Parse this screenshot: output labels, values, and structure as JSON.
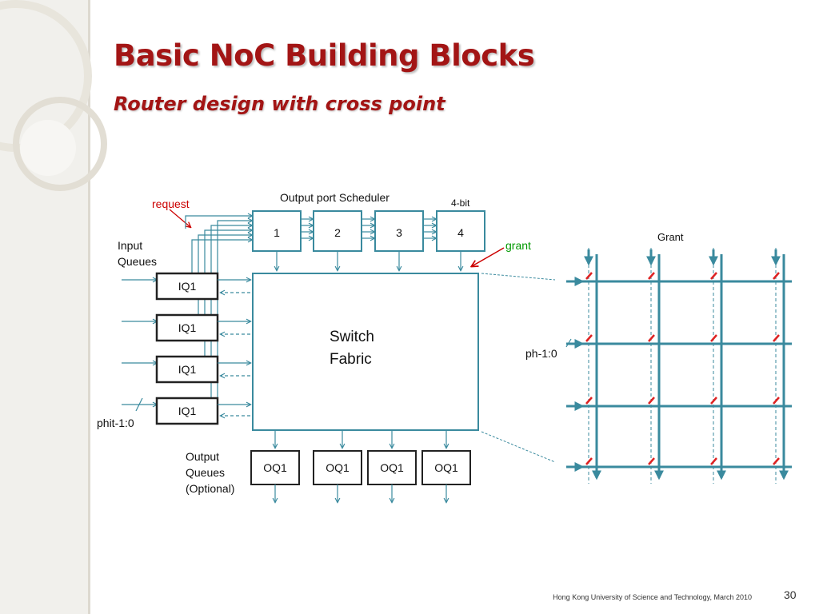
{
  "slide": {
    "title": "Basic NoC Building Blocks",
    "subtitle": "Router design with cross point",
    "footer": "Hong Kong University of Science and Technology, March 2010",
    "page_number": "30"
  },
  "diagram": {
    "scheduler_title": "Output port Scheduler",
    "request_label": "request",
    "bit_label": "4-bit",
    "grant_label": "grant",
    "input_queues_label_1": "Input",
    "input_queues_label_2": "Queues",
    "scheduler_boxes": [
      "1",
      "2",
      "3",
      "4"
    ],
    "input_queues": [
      "IQ1",
      "IQ1",
      "IQ1",
      "IQ1"
    ],
    "phit_label": "phit-1:0",
    "switch_label_1": "Switch",
    "switch_label_2": "Fabric",
    "output_queues_label_1": "Output",
    "output_queues_label_2": "Queues",
    "output_queues_label_3": "(Optional)",
    "output_queues": [
      "OQ1",
      "OQ1",
      "OQ1",
      "OQ1"
    ],
    "crossbar_grant_label": "Grant",
    "crossbar_ph_label": "ph-1:0"
  },
  "colors": {
    "title": "#a31515",
    "request": "#cc0000",
    "grant": "#009900",
    "teal": "#3a8a9e",
    "crosspoint": "#dd2222"
  }
}
